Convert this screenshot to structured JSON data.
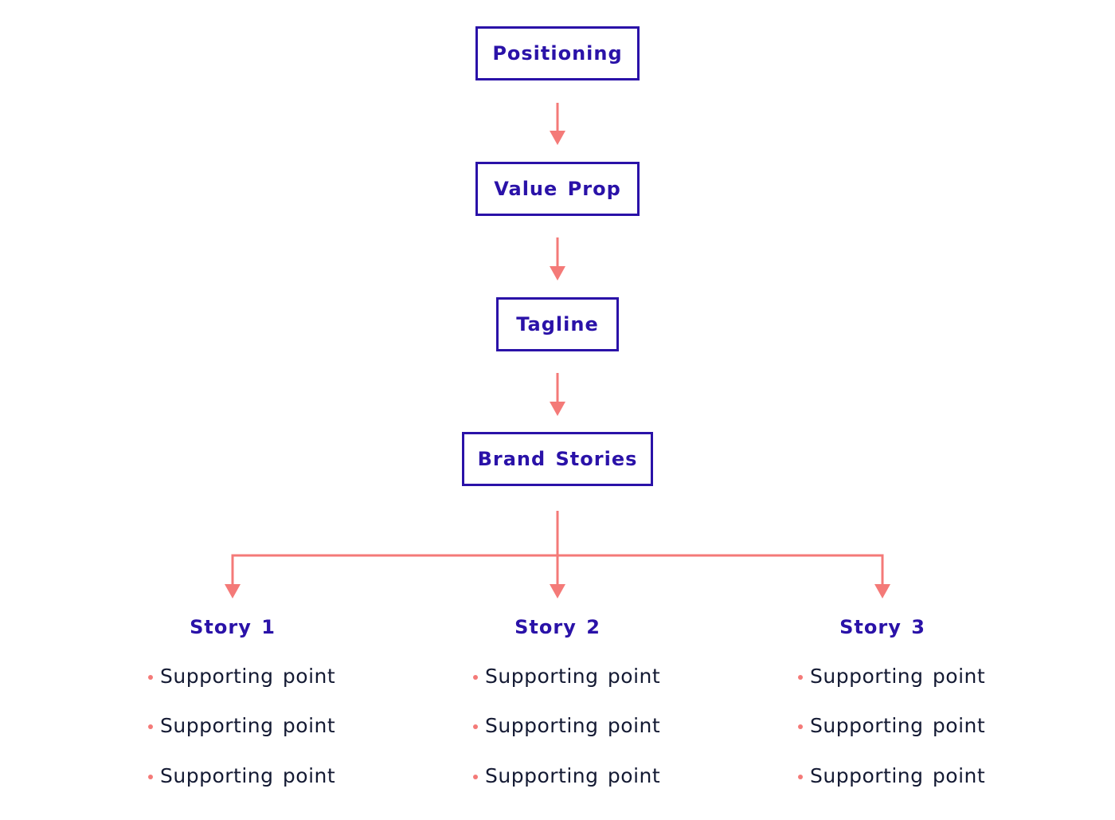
{
  "colors": {
    "box_border": "#2a12a8",
    "title_text": "#2a12a8",
    "arrow": "#f47a78",
    "point_text": "#141a33",
    "bullet": "#f47a78"
  },
  "hierarchy": {
    "positioning": "Positioning",
    "value_prop": "Value Prop",
    "tagline": "Tagline",
    "brand_stories": "Brand Stories"
  },
  "stories": [
    {
      "title": "Story 1",
      "points": [
        "Supporting point",
        "Supporting point",
        "Supporting point"
      ]
    },
    {
      "title": "Story 2",
      "points": [
        "Supporting point",
        "Supporting point",
        "Supporting point"
      ]
    },
    {
      "title": "Story 3",
      "points": [
        "Supporting point",
        "Supporting point",
        "Supporting point"
      ]
    }
  ]
}
